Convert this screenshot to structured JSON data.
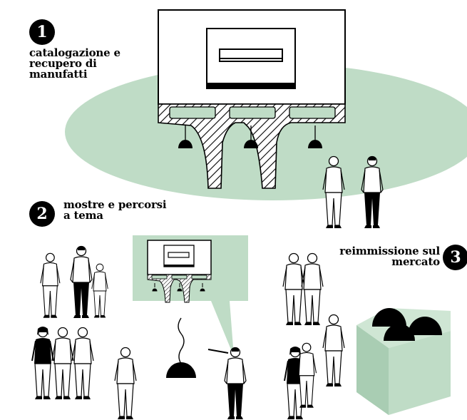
{
  "steps": [
    {
      "number": "1",
      "label": "catalogazione e\nrecupero di\nmanufatti"
    },
    {
      "number": "2",
      "label": "mostre e percorsi\na tema"
    },
    {
      "number": "3",
      "label": "reimmissione sul\nmercato"
    }
  ],
  "colors": {
    "green_fill": "#bfdcc6",
    "box_front": "#bfdcc6",
    "box_top": "#cfe6d4",
    "box_side": "#a9cdb3",
    "ink": "#000000"
  }
}
